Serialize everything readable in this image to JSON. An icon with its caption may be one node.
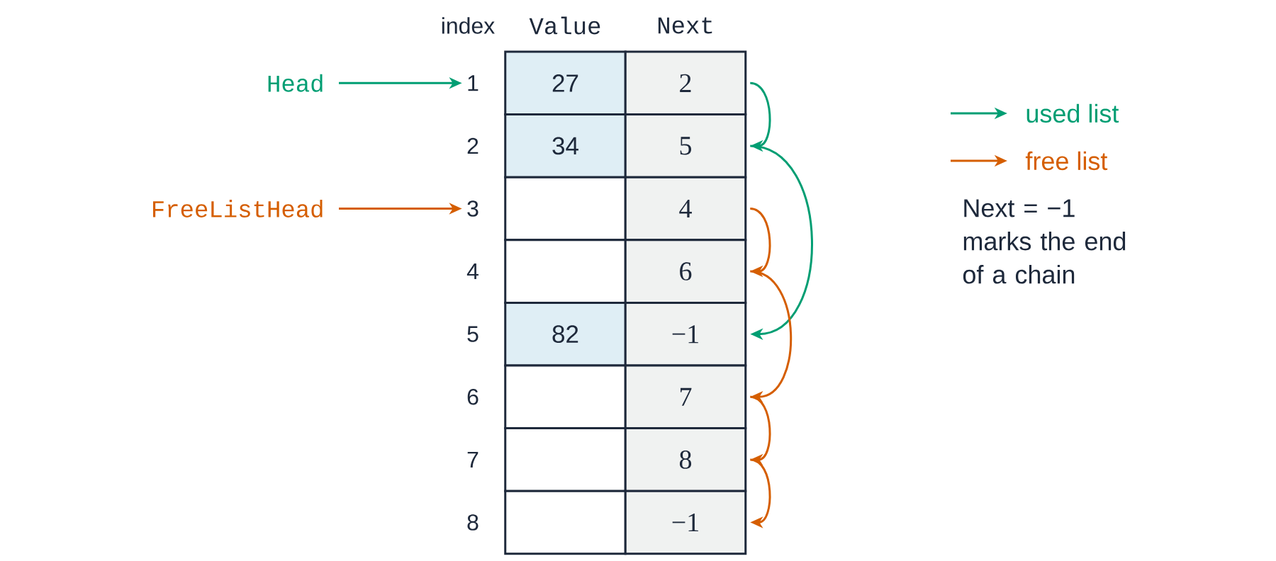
{
  "diagram": {
    "nodes": [
      {
        "text": [
          "Head"
        ]
      },
      {
        "text": [
          "1"
        ]
      },
      {
        "text": [
          "27"
        ]
      },
      {
        "text": [
          "2"
        ]
      },
      {
        "text": [
          "34"
        ]
      },
      {
        "text": [
          "5"
        ]
      },
      {
        "text": [
          "FreeListHead"
        ]
      },
      {
        "text": [
          "3"
        ]
      },
      {
        "text": [],
        "shape": "box"
      },
      {
        "text": [
          "4"
        ]
      },
      {
        "text": [],
        "shape": "box"
      },
      {
        "text": [
          "6"
        ]
      },
      {
        "text": [
          "82"
        ]
      },
      {
        "text": [
          "−1"
        ]
      },
      {
        "text": [],
        "shape": "box"
      },
      {
        "text": [
          "7"
        ]
      },
      {
        "text": [],
        "shape": "box"
      },
      {
        "text": [
          "8"
        ]
      },
      {
        "text": [],
        "shape": "box"
      },
      {
        "text": [
          "−1"
        ]
      }
    ],
    "edges": [
      {
        "from": 0,
        "to": 1,
        "arrow": "to",
        "color": "#009e73"
      },
      {
        "from": 6,
        "to": 7,
        "arrow": "to"
      },
      {
        "from": 3,
        "to": 5,
        "arrow": "to",
        "color": "#009e73"
      },
      {
        "from": 5,
        "to": 13,
        "arrow": "to",
        "color": "#009e73"
      },
      {
        "from": 9,
        "to": 11,
        "arrow": "to"
      },
      {
        "from": 11,
        "to": 15,
        "arrow": "to"
      },
      {
        "from": 15,
        "to": 17,
        "arrow": "to"
      },
      {
        "from": 17,
        "to": 19,
        "arrow": "to"
      }
    ],
    "labels": [
      "index",
      "Value",
      "Next",
      "2",
      "4",
      "5",
      "6",
      "7",
      "8",
      "Next = −1 marks the end of a chain"
    ],
    "legend": [
      {
        "text": "used list"
      },
      {
        "text": "free list"
      }
    ]
  }
}
